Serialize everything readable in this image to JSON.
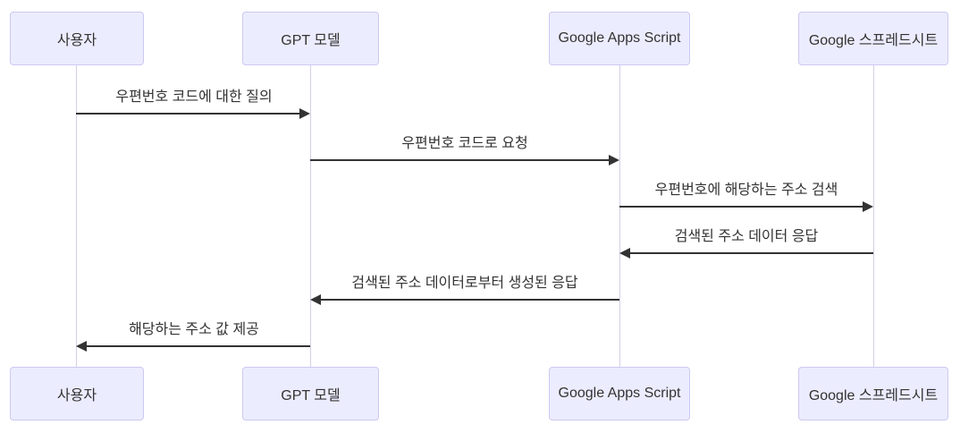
{
  "diagram": {
    "type": "sequence-diagram",
    "actors": [
      {
        "name": "사용자"
      },
      {
        "name": "GPT 모델"
      },
      {
        "name": "Google Apps Script"
      },
      {
        "name": "Google 스프레드시트"
      }
    ],
    "messages": [
      {
        "from": "사용자",
        "to": "GPT 모델",
        "direction": "right",
        "label": "우편번호 코드에 대한 질의"
      },
      {
        "from": "GPT 모델",
        "to": "Google Apps Script",
        "direction": "right",
        "label": "우편번호 코드로 요청"
      },
      {
        "from": "Google Apps Script",
        "to": "Google 스프레드시트",
        "direction": "right",
        "label": "우편번호에 해당하는 주소 검색"
      },
      {
        "from": "Google 스프레드시트",
        "to": "Google Apps Script",
        "direction": "left",
        "label": "검색된 주소 데이터 응답"
      },
      {
        "from": "Google Apps Script",
        "to": "GPT 모델",
        "direction": "left",
        "label": "검색된 주소 데이터로부터 생성된 응답"
      },
      {
        "from": "GPT 모델",
        "to": "사용자",
        "direction": "left",
        "label": "해당하는 주소 값 제공"
      }
    ],
    "colors": {
      "background": "#FFFFFF",
      "actor_fill": "#ECECFF",
      "actor_border": "#CCC9F0",
      "lifeline": "#D5CEEA",
      "arrow": "#333333",
      "text": "#333333"
    }
  }
}
